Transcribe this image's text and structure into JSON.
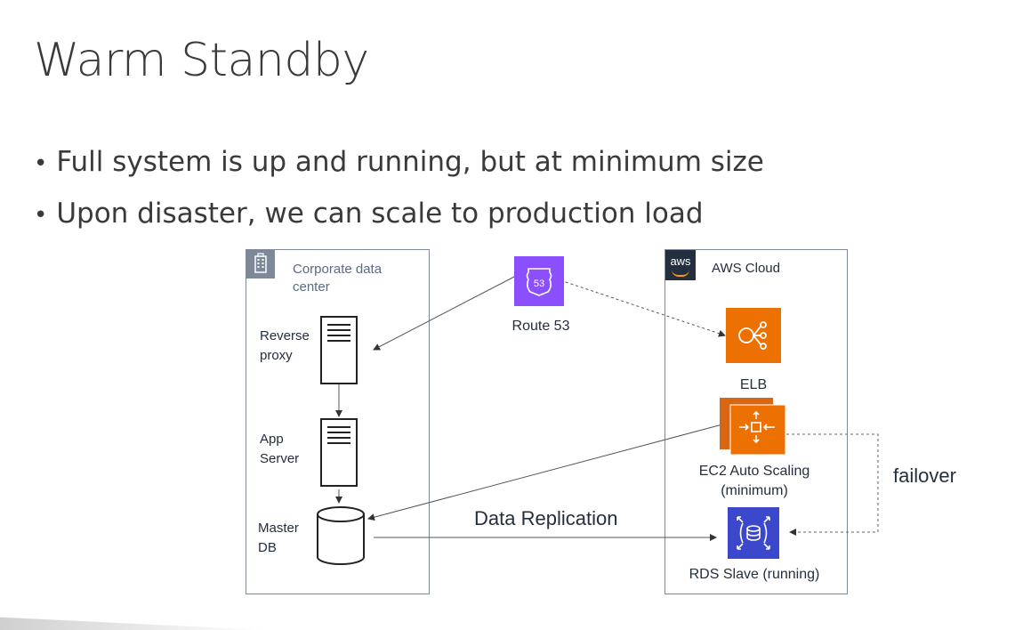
{
  "slide": {
    "title": "Warm Standby",
    "bullets": [
      "Full system is up and running, but at minimum size",
      "Upon disaster, we can scale to production load"
    ]
  },
  "corporate": {
    "title": "Corporate data center",
    "reverse_proxy": "Reverse proxy",
    "app_server": "App Server",
    "master_db": "Master DB"
  },
  "route53": {
    "label": "Route 53",
    "badge": "53"
  },
  "aws": {
    "logo_text": "aws",
    "title": "AWS Cloud",
    "elb": "ELB",
    "ec2_line1": "EC2 Auto Scaling",
    "ec2_line2": "(minimum)",
    "rds": "RDS Slave (running)"
  },
  "edges": {
    "data_replication": "Data Replication",
    "failover": "failover"
  },
  "colors": {
    "route53": "#8c4fff",
    "elb": "#ed7100",
    "ec2": "#ed7100",
    "rds": "#3b48cc",
    "panel_border": "#7d8998"
  }
}
